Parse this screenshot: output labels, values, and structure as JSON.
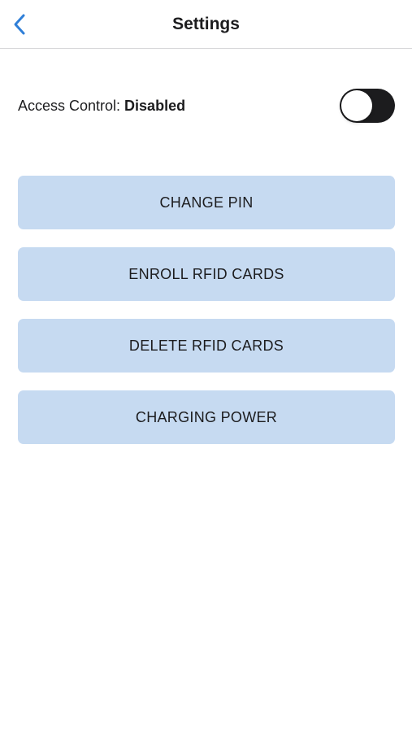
{
  "header": {
    "title": "Settings",
    "back_icon": "chevron-left-icon",
    "accent_color": "#2f7fd8"
  },
  "access_control": {
    "label": "Access Control: ",
    "status": "Disabled",
    "toggle_on": false
  },
  "actions": [
    {
      "label": "CHANGE PIN"
    },
    {
      "label": "ENROLL RFID CARDS"
    },
    {
      "label": "DELETE RFID CARDS"
    },
    {
      "label": "CHARGING POWER"
    }
  ],
  "colors": {
    "button_bg": "#c6daf1",
    "toggle_track": "#1c1c1e"
  }
}
